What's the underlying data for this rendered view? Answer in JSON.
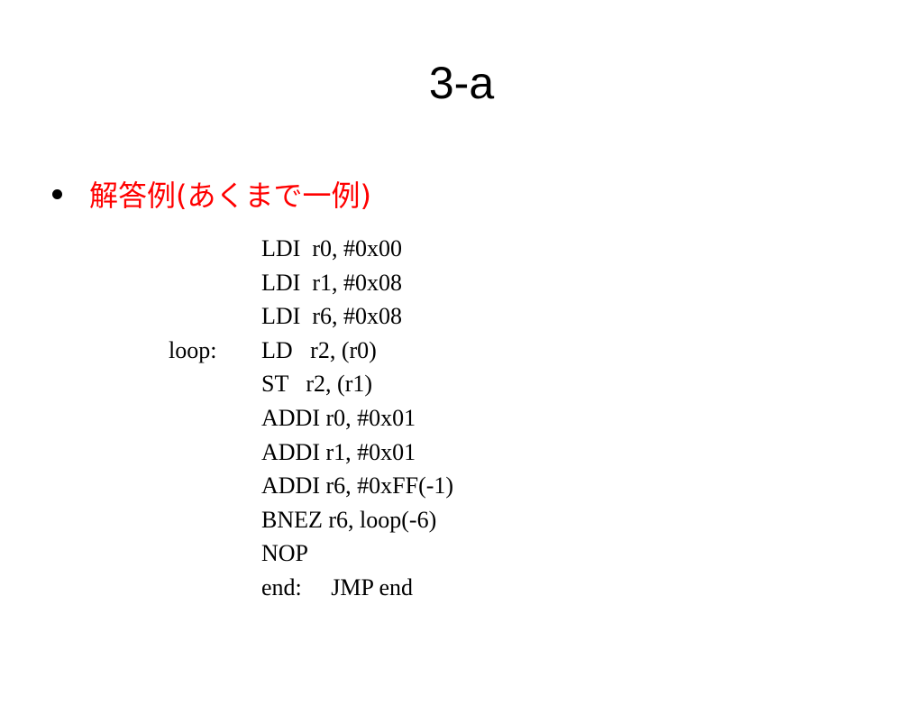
{
  "slide": {
    "title": "3-a",
    "bullet": {
      "text": "解答例(あくまで一例)",
      "color": "#ff0000"
    },
    "code_lines": [
      {
        "label": "",
        "text": "LDI  r0, #0x00"
      },
      {
        "label": "",
        "text": "LDI  r1, #0x08"
      },
      {
        "label": "",
        "text": "LDI  r6, #0x08"
      },
      {
        "label": "loop:",
        "text": "LD   r2, (r0)"
      },
      {
        "label": "",
        "text": "ST   r2, (r1)"
      },
      {
        "label": "",
        "text": "ADDI r0, #0x01"
      },
      {
        "label": "",
        "text": "ADDI r1, #0x01"
      },
      {
        "label": "",
        "text": "ADDI r6, #0xFF(-1)"
      },
      {
        "label": "",
        "text": "BNEZ r6, loop(-6)"
      },
      {
        "label": "",
        "text": "NOP"
      },
      {
        "label": "",
        "text": "end:     JMP end"
      }
    ]
  }
}
